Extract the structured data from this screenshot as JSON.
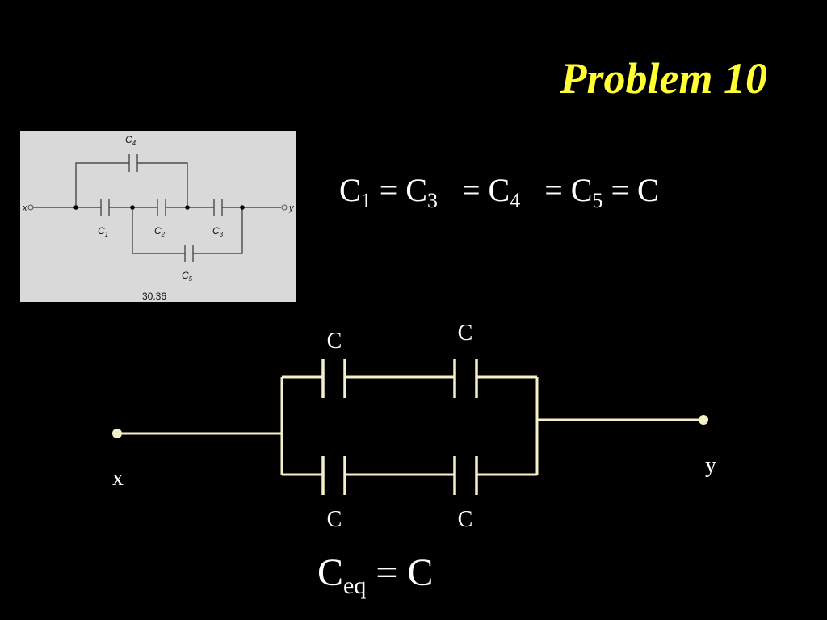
{
  "title": "Problem 10",
  "figure": {
    "caption": "30.36",
    "terminals": {
      "left": "x",
      "right": "y"
    },
    "capacitors": [
      {
        "base": "C",
        "sub": "4"
      },
      {
        "base": "C",
        "sub": "1"
      },
      {
        "base": "C",
        "sub": "2"
      },
      {
        "base": "C",
        "sub": "3"
      },
      {
        "base": "C",
        "sub": "5"
      }
    ]
  },
  "equation_top": {
    "terms": [
      {
        "base": "C",
        "sub": "1"
      },
      {
        "base": "C",
        "sub": "3"
      },
      {
        "base": "C",
        "sub": "4"
      },
      {
        "base": "C",
        "sub": "5"
      }
    ],
    "equals": "=",
    "rhs": "C"
  },
  "circuit": {
    "labels": {
      "top_left": "C",
      "top_right": "C",
      "bottom_left": "C",
      "bottom_right": "C",
      "terminal_left": "x",
      "terminal_right": "y"
    },
    "wire_color": "#f5f0c8"
  },
  "equation_bottom": {
    "lhs_base": "C",
    "lhs_sub": "eq",
    "equals": "=",
    "rhs": "C"
  }
}
